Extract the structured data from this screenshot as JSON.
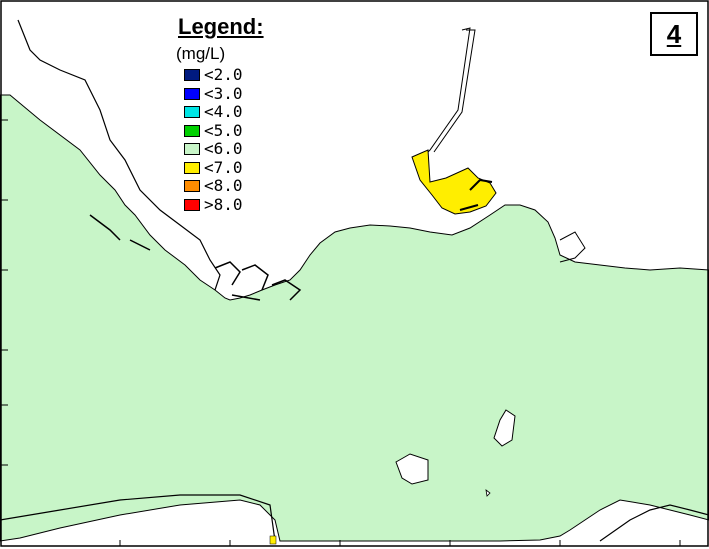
{
  "legend": {
    "title": "Legend:",
    "units": "(mg/L)",
    "items": [
      {
        "label": "<2.0",
        "color": "#001a80"
      },
      {
        "label": "<3.0",
        "color": "#0000ff"
      },
      {
        "label": "<4.0",
        "color": "#00e5e5"
      },
      {
        "label": "<5.0",
        "color": "#00d000"
      },
      {
        "label": "<6.0",
        "color": "#c8f5c8"
      },
      {
        "label": "<7.0",
        "color": "#ffee00"
      },
      {
        "label": "<8.0",
        "color": "#ff8c00"
      },
      {
        "label": ">8.0",
        "color": "#ff0000"
      }
    ]
  },
  "panel_number": "4",
  "map": {
    "water_fill_color": "#c8f5c8",
    "land_color": "#ffffff",
    "hotspot_color": "#ffee00"
  }
}
